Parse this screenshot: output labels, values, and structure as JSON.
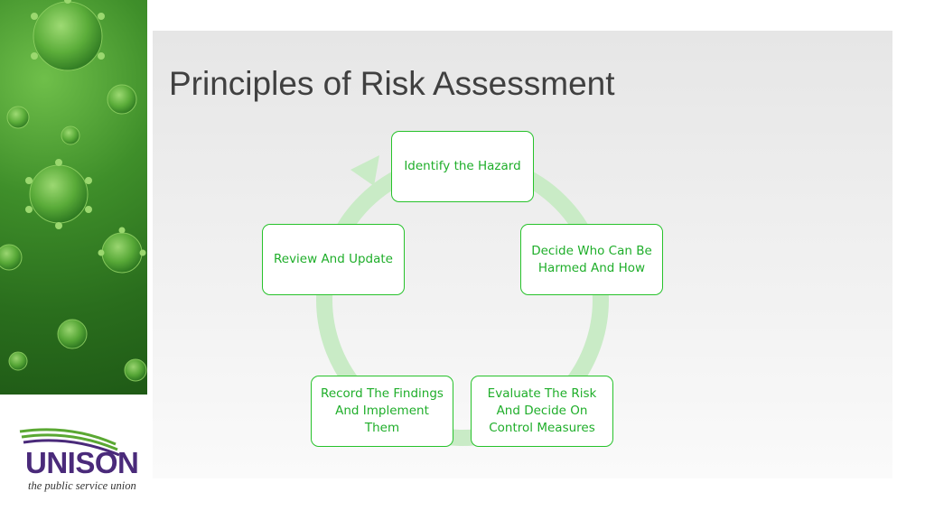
{
  "title": "Principles of Risk Assessment",
  "cycle": {
    "nodes": [
      {
        "id": "identify",
        "label": "Identify the Hazard"
      },
      {
        "id": "decide",
        "label": "Decide Who Can Be Harmed And How"
      },
      {
        "id": "evaluate",
        "label": "Evaluate The Risk And Decide On Control Measures"
      },
      {
        "id": "record",
        "label": "Record The Findings And Implement Them"
      },
      {
        "id": "review",
        "label": "Review And Update"
      }
    ]
  },
  "logo": {
    "name": "UNISON",
    "tagline": "the public service union"
  },
  "colors": {
    "accent": "#27c22b",
    "text_green": "#1fae2a",
    "ring": "#c9ebc6",
    "logo_purple": "#4a2a7a",
    "logo_green": "#5aa832"
  }
}
